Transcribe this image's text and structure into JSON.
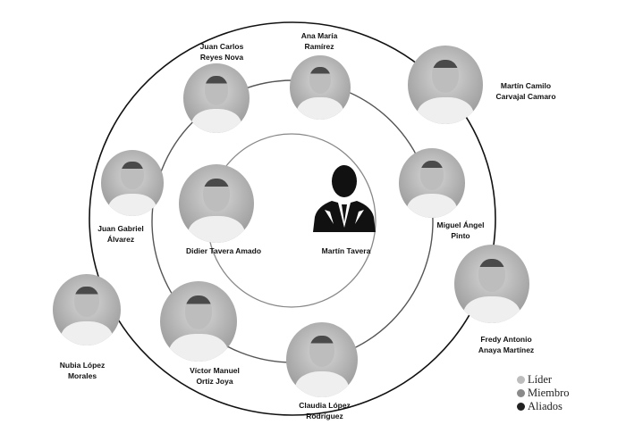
{
  "people": [
    {
      "role": "member",
      "name": [
        "Juan Carlos",
        "Reyes Nova"
      ]
    },
    {
      "role": "member",
      "name": [
        "Ana María",
        "Ramírez"
      ]
    },
    {
      "role": "ally",
      "name": [
        "Martín Camilo",
        "Carvajal Camaro"
      ]
    },
    {
      "role": "member",
      "name": [
        "Juan Gabriel",
        "Álvarez"
      ]
    },
    {
      "role": "leader",
      "name": [
        "Didier Tavera Amado"
      ]
    },
    {
      "role": "leader",
      "name": [
        "Martín Tavera"
      ]
    },
    {
      "role": "member",
      "name": [
        "Miguel Ángel",
        "Pinto"
      ]
    },
    {
      "role": "ally",
      "name": [
        "Fredy Antonio",
        "Anaya Martínez"
      ]
    },
    {
      "role": "ally",
      "name": [
        "Nubia López",
        "Morales"
      ]
    },
    {
      "role": "member",
      "name": [
        "Víctor Manuel",
        "Ortiz Joya"
      ]
    },
    {
      "role": "member",
      "name": [
        "Claudia López",
        "Rodríguez"
      ]
    }
  ],
  "legend": [
    {
      "label": "Líder",
      "color": "#bdbdbd"
    },
    {
      "label": "Miembro",
      "color": "#8a8a8a"
    },
    {
      "label": "Aliados",
      "color": "#222222"
    }
  ]
}
